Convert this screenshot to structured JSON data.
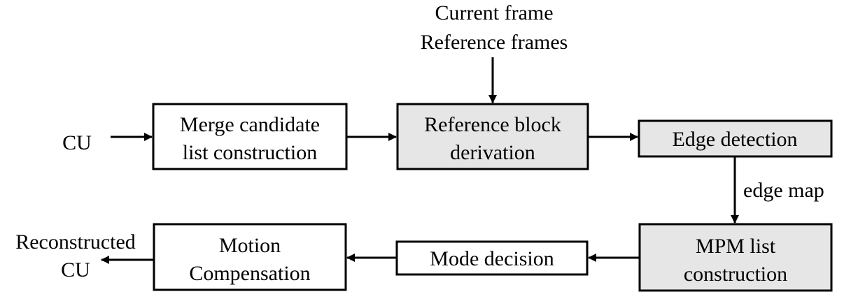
{
  "diagram": {
    "inputs": {
      "cu": "CU",
      "frames_line1": "Current frame",
      "frames_line2": "Reference frames"
    },
    "outputs": {
      "reconstructed_line1": "Reconstructed",
      "reconstructed_line2": "CU"
    },
    "nodes": {
      "merge": {
        "line1": "Merge candidate",
        "line2": "list construction",
        "highlighted": false
      },
      "refblock": {
        "line1": "Reference block",
        "line2": "derivation",
        "highlighted": true
      },
      "edge": {
        "line1": "Edge detection",
        "highlighted": true
      },
      "mpm": {
        "line1": "MPM list",
        "line2": "construction",
        "highlighted": true
      },
      "mode": {
        "line1": "Mode decision",
        "highlighted": false
      },
      "motion": {
        "line1": "Motion",
        "line2": "Compensation",
        "highlighted": false
      }
    },
    "edge_labels": {
      "edge_map": "edge map"
    },
    "colors": {
      "highlight_fill": "#e6e6e6",
      "plain_fill": "#ffffff",
      "stroke": "#000000"
    }
  }
}
